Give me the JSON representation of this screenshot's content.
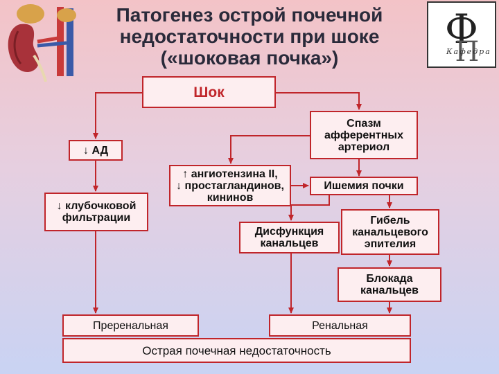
{
  "title": "Патогенез острой почечной недостаточности при шоке («шоковая почка»)",
  "logo": {
    "caption": "Кафедра",
    "icon": "department-monogram-logo"
  },
  "illustration": {
    "icon": "kidney-anatomy-illustration"
  },
  "nodes": {
    "shock": "Шок",
    "ad": "↓ АД",
    "spasm": "Спазм\nафферентных\nартериол",
    "filtration": "↓ клубочковой\nфильтрации",
    "angiotensin": "↑ ангиотензина II,\n↓ простагландинов,\nкининов",
    "ischemia": "Ишемия почки",
    "dysfunction": "Дисфункция\nканальцев",
    "death": "Гибель\nканальцевого\nэпителия",
    "blockade": "Блокада\nканальцев",
    "prerenal": "Преренальная",
    "renal": "Ренальная",
    "arf": "Острая почечная недостаточность"
  },
  "colors": {
    "accent": "#c0252a",
    "box_fill": "#fdeef0"
  }
}
